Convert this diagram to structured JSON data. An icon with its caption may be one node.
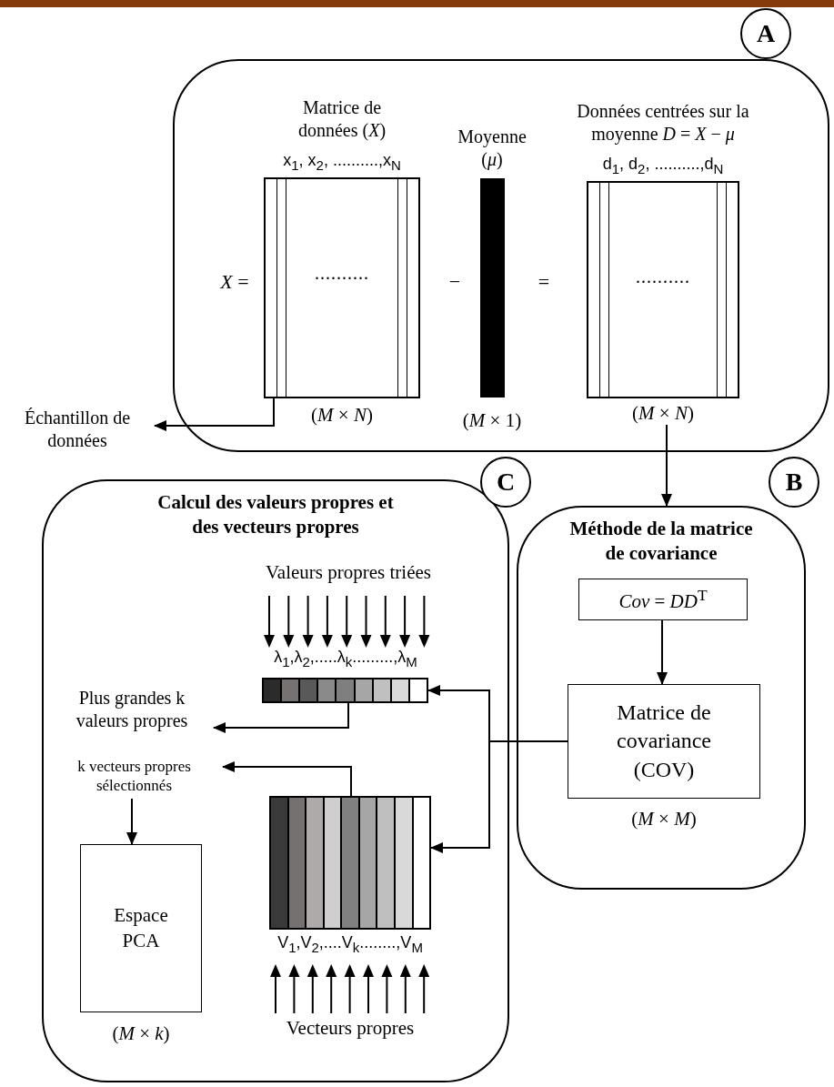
{
  "diagram": {
    "nodes": [
      {
        "text": [],
        "shape": "box"
      },
      {
        "text": [
          "A"
        ]
      },
      {
        "text": [
          "Matrice de données (*X*)",
          "x$_{1}$, x$_{2}$, ..........,x$_{N}$",
          ".........."
        ],
        "in": 0,
        "beside": [
          "(*M* × *N*)"
        ]
      },
      {
        "text": [
          "Moyenne (*μ*)"
        ],
        "in": 0,
        "beside": [
          "(*M* × 1)"
        ]
      },
      {
        "text": [
          "Données centrées sur la moyenne *D* = *X* − *μ*",
          "d$_{1}$, d$_{2}$, ..........,d$_{N}$",
          ".........."
        ],
        "in": 0,
        "beside": [
          "(*M* × *N*)"
        ]
      },
      {
        "text": [
          "Échantillon de données"
        ]
      },
      {
        "text": [
          "Calcul des valeurs propres et des vecteurs propres"
        ]
      },
      {
        "text": [
          "C"
        ]
      },
      {
        "text": [
          "Méthode de la matrice de covariance"
        ]
      },
      {
        "text": [
          "B"
        ]
      },
      {
        "text": [
          "*Cov* = *DD*$^{T}$"
        ],
        "in": 8
      },
      {
        "text": [
          "Matrice de covariance (COV)"
        ],
        "in": 8,
        "beside": [
          "(*M* × *M*)"
        ]
      },
      {
        "text": [],
        "shape": "bar",
        "in": 6,
        "beside": [
          "λ$_{1}$,λ$_{2}$,.....λ$_{k}$.........,λ$_{M}$"
        ]
      },
      {
        "text": [
          "Plus grandes k valeurs propres"
        ],
        "in": 6
      },
      {
        "text": [
          "k vecteurs propres sélectionnés"
        ],
        "in": 6
      },
      {
        "text": [
          "Espace PCA"
        ],
        "in": 6,
        "beside": [
          "(*M* × *k*)"
        ]
      },
      {
        "text": [],
        "shape": "box",
        "in": 6,
        "beside": [
          "V$_{1}$,V$_{2}$,....V$_{k}$........,V$_{M}$"
        ]
      }
    ],
    "edges": [
      {
        "from": 2,
        "to": 5,
        "arrow": "to"
      },
      {
        "from": 4,
        "to": 8,
        "arrow": "to"
      },
      {
        "from": 10,
        "to": 11,
        "arrow": "to"
      },
      {
        "from": 11,
        "to": 12,
        "arrow": "to"
      },
      {
        "from": 11,
        "to": 16,
        "arrow": "to"
      },
      {
        "from": 12,
        "to": 13,
        "arrow": "to"
      },
      {
        "from": 16,
        "to": 14,
        "arrow": "to"
      },
      {
        "from": 14,
        "to": 15,
        "arrow": "to"
      }
    ],
    "labels": [
      "*X* =",
      "−",
      "=",
      "Valeurs propres triées",
      "Vecteurs propres"
    ]
  }
}
